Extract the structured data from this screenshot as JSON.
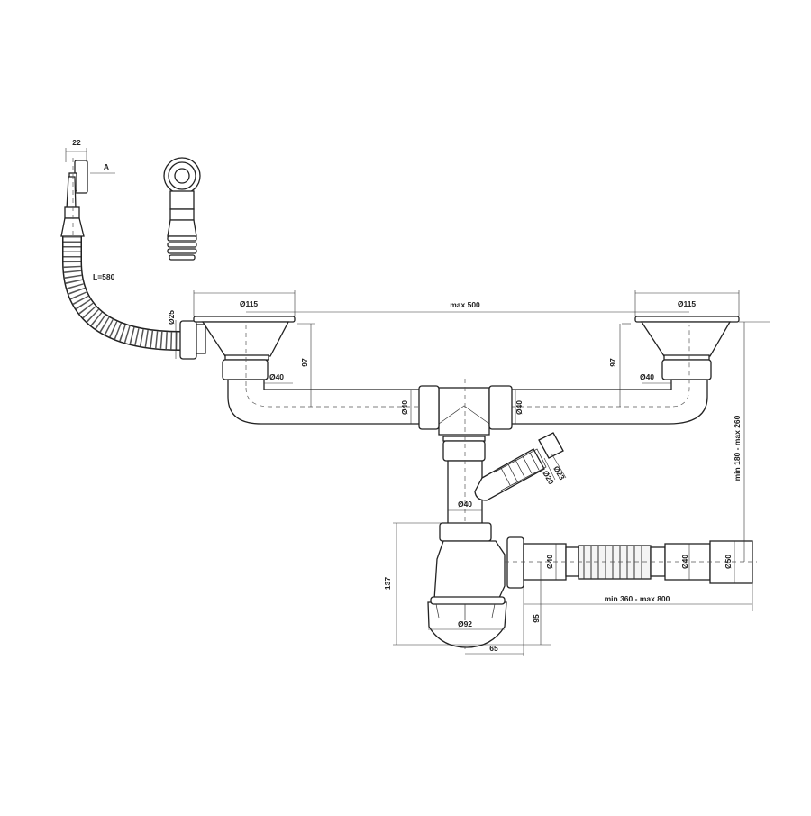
{
  "drawing": {
    "top_dims": {
      "width_22": "22",
      "view_label": "A",
      "hose_length": "L=580",
      "hose_dia": "Ø25"
    },
    "sinks": {
      "left_dia": "Ø115",
      "right_dia": "Ø115",
      "spacing": "max 500",
      "left_depth": "97",
      "right_depth": "97",
      "left_outlet": "Ø40",
      "right_outlet": "Ø40"
    },
    "tee": {
      "left_dia": "Ø40",
      "right_dia": "Ø40",
      "down_dia": "Ø40"
    },
    "overflow": {
      "outer_dia": "Ø23",
      "inner_dia": "Ø20"
    },
    "height_range": "min 180 - max 260",
    "trap": {
      "height": "137",
      "cup_dia": "Ø92",
      "offset": "65",
      "outlet_height": "95"
    },
    "outlet": {
      "dia_1": "Ø40",
      "dia_2": "Ø40",
      "dia_end": "Ø50",
      "length_range": "min 360 - max 800"
    },
    "colors": {
      "line": "#222222",
      "background": "#ffffff"
    }
  }
}
